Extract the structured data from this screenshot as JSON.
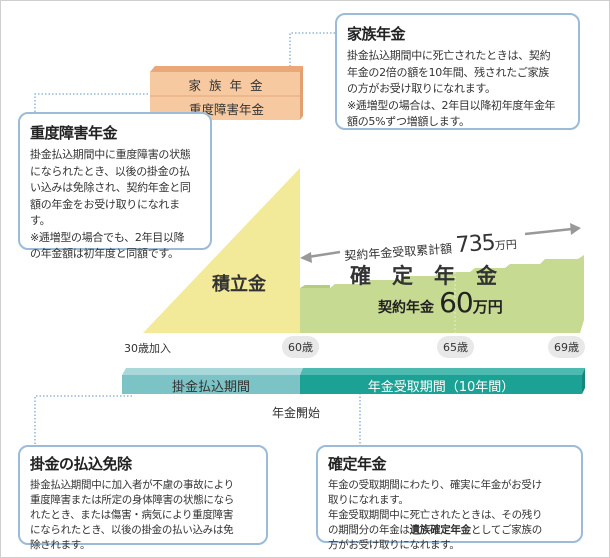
{
  "family_pension": {
    "title": "家族年金",
    "lines": [
      "掛金払込期間中に死亡されたときは、契約",
      "年金の2倍の額を10年間、残されたご家族",
      "の方がお受け取りになれます。",
      "※逓増型の場合は、2年目以降初年度年金年",
      "額の5%ずつ増額します。"
    ]
  },
  "orange_block": {
    "top": "家 族 年 金",
    "bottom": "重度障害年金"
  },
  "disability_pension": {
    "title": "重度障害年金",
    "lines": [
      "掛金払込期間中に重度障害の状態",
      "になられたとき、以後の掛金の払",
      "い込みは免除され、契約年金と同",
      "額の年金をお受け取りになれます。",
      "※逓増型の場合でも、2年目以降",
      "の年金額は初年度と同額です。"
    ]
  },
  "chart": {
    "savings_label": "積立金",
    "fixed_label": "確　定　年　金",
    "contract_label": "契約年金",
    "contract_amount": "60",
    "contract_unit": "万円",
    "total_label": "契約年金受取累計額",
    "total_amount": "735",
    "total_unit": "万円"
  },
  "ages": {
    "start": "30歳加入",
    "a60": "60歳",
    "a65": "65歳",
    "a69": "69歳"
  },
  "periods": {
    "pay": "掛金払込期間",
    "receive": "年金受取期間（10年間）",
    "start_marker": "年金開始"
  },
  "waiver": {
    "title": "掛金の払込免除",
    "lines": [
      "掛金払込期間中に加入者が不慮の事故により",
      "重度障害または所定の身体障害の状態になら",
      "れたとき、または傷害・病気により重度障害",
      "になられたとき、以後の掛金の払い込みは免",
      "除されます。"
    ]
  },
  "fixed_pension": {
    "title": "確定年金",
    "lines": [
      "年金の受取期間にわたり、確実に年金がお受け",
      "取りになれます。",
      "年金受取期間中に死亡されたときは、その残り"
    ],
    "line4_pre": "の期間分の年金は",
    "line4_bold": "遺族確定年金",
    "line4_post": "としてご家族の",
    "line5": "方がお受け取りになれます。"
  },
  "colors": {
    "yellow": "#f2ea98",
    "green": "#c6da91",
    "teal_light": "#7cc3c6",
    "teal": "#1ba294",
    "orange": "#f5c9a1",
    "border": "#9bbbd8"
  }
}
